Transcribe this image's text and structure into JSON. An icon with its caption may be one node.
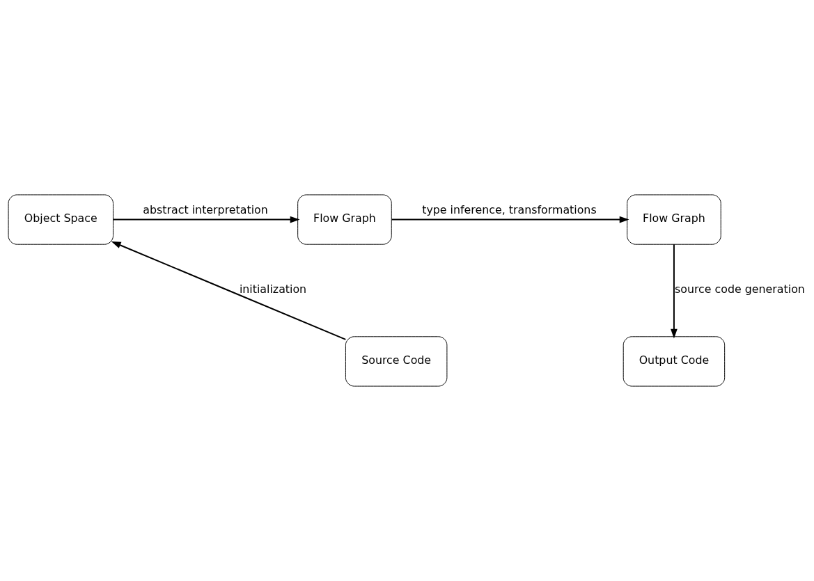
{
  "diagram": {
    "nodes": [
      {
        "text": [
          "Object Space"
        ]
      },
      {
        "text": [
          "Flow Graph"
        ]
      },
      {
        "text": [
          "Flow Graph"
        ]
      },
      {
        "text": [
          "Source Code"
        ]
      },
      {
        "text": [
          "Output Code"
        ]
      }
    ],
    "edges": [
      {
        "from": 3,
        "to": 0,
        "arrow": "to",
        "label": "initialization"
      },
      {
        "from": 0,
        "to": 1,
        "arrow": "to",
        "label": "abstract interpretation"
      },
      {
        "from": 1,
        "to": 2,
        "arrow": "to",
        "label": "type inference, transformations"
      },
      {
        "from": 2,
        "to": 4,
        "arrow": "to",
        "label": "source code generation"
      }
    ]
  }
}
